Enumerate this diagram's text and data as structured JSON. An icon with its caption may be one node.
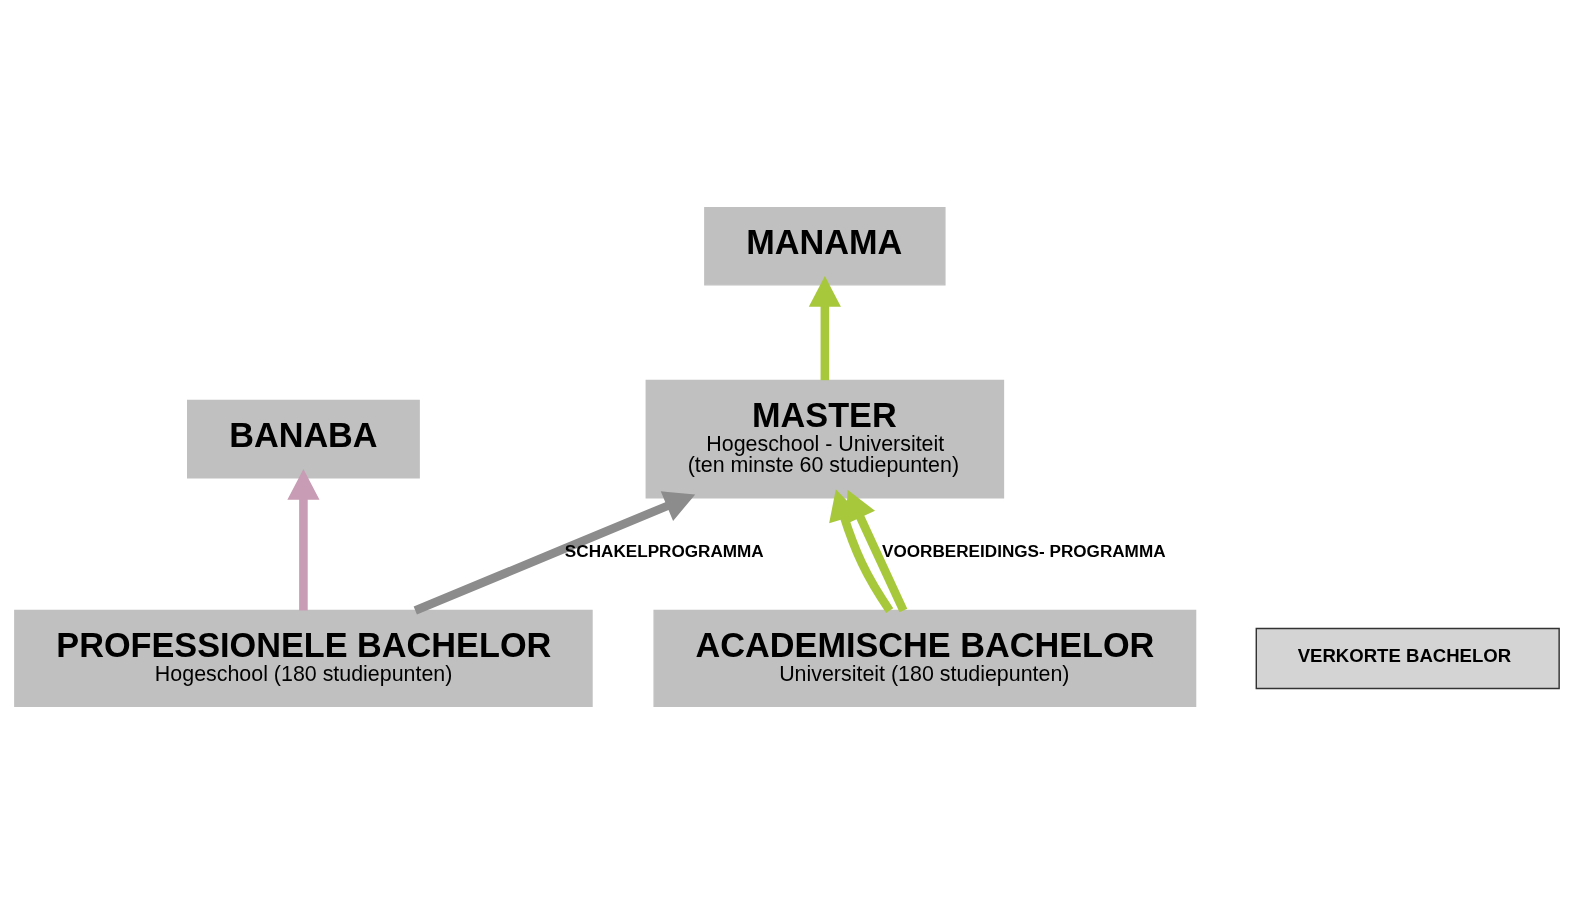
{
  "diagram": {
    "nodes": [
      {
        "text": [
          "MANAMA"
        ]
      },
      {
        "text": [
          "MASTER",
          "Hogeschool - Universiteit",
          "(ten minste 60 studiepunten)"
        ]
      },
      {
        "text": [
          "BANABA"
        ]
      },
      {
        "text": [
          "PROFESSIONELE BACHELOR",
          "Hogeschool (180 studiepunten)"
        ]
      },
      {
        "text": [
          "VERKORTE BACHELOR"
        ]
      },
      {
        "text": [
          "ACADEMISCHE BACHELOR",
          "Universiteit (180 studiepunten)"
        ]
      }
    ],
    "edges": [
      {
        "from": 1,
        "to": 0,
        "arrow": "to",
        "color": "#a8c83c"
      },
      {
        "from": 3,
        "to": 2,
        "arrow": "to",
        "color": "#c89cb4"
      },
      {
        "from": 3,
        "to": 1,
        "arrow": "to",
        "label": "SCHAKELPROGRAMMA",
        "color": "#8c8c8c"
      },
      {
        "from": 5,
        "to": 1,
        "arrow": "to",
        "color": "#a8c83c"
      },
      {
        "from": 5,
        "to": 1,
        "arrow": "to",
        "label": "VOORBEREIDINGS- PROGRAMMA",
        "color": "#a8c83c"
      }
    ]
  }
}
